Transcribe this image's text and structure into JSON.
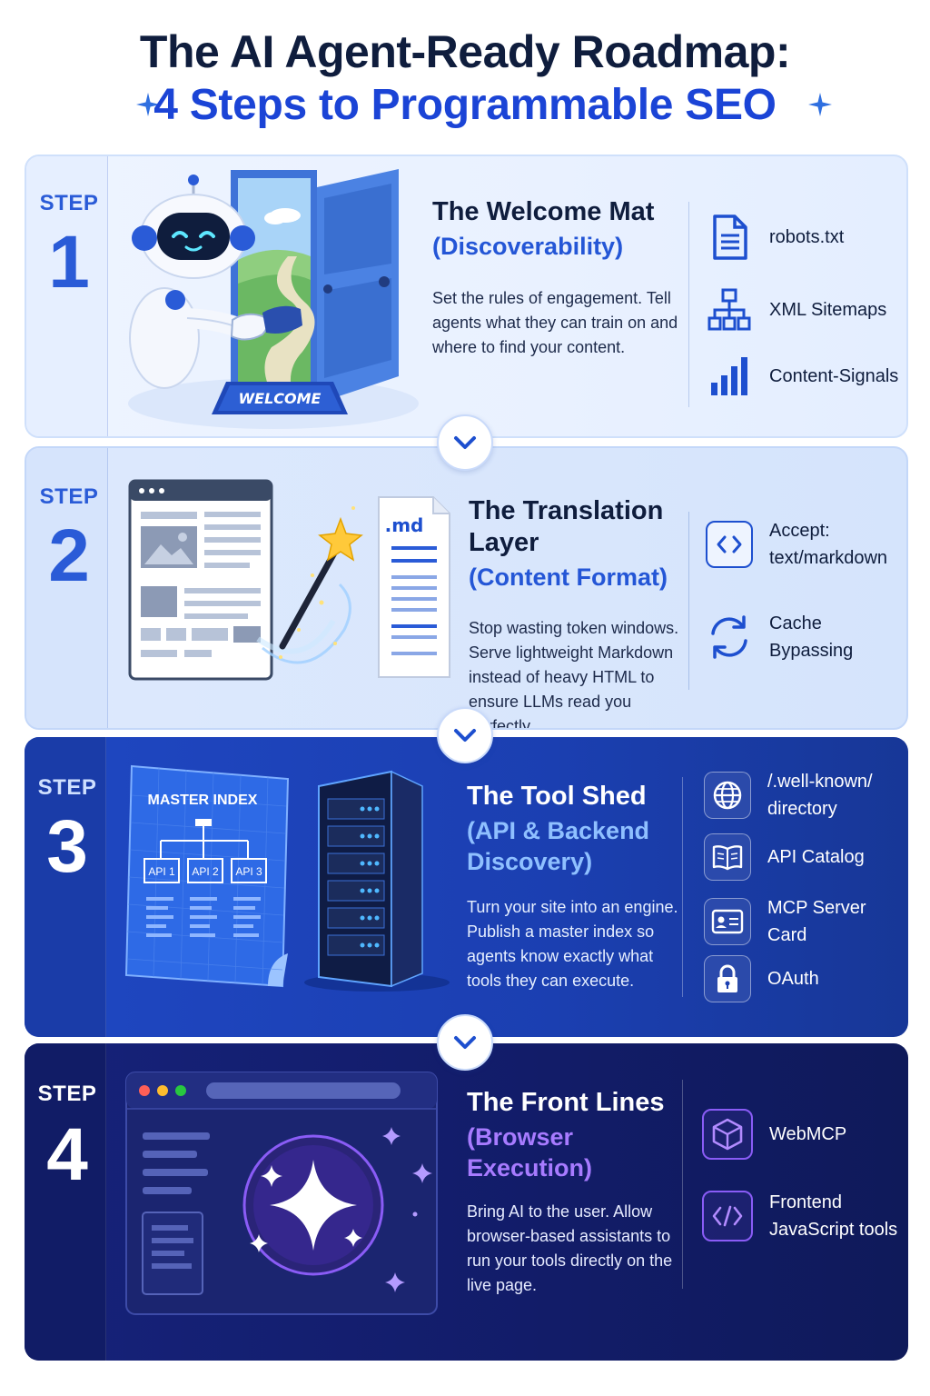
{
  "header": {
    "title_line1": "The AI Agent-Ready Roadmap:",
    "title_line2": "4 Steps to Programmable SEO"
  },
  "colors": {
    "navy": "#0f1d3d",
    "accent_blue": "#1b44d6",
    "step_blue": "#2a5bd7",
    "purple": "#8a5cf6"
  },
  "steps": [
    {
      "step_label": "STEP",
      "number": "1",
      "title": "The Welcome Mat",
      "subtitle": "(Discoverability)",
      "description": "Set the rules of engagement. Tell agents what they can train on and where to find your content.",
      "mat_text": "WELCOME",
      "features": [
        {
          "icon": "document-icon",
          "label": "robots.txt"
        },
        {
          "icon": "sitemap-icon",
          "label": "XML Sitemaps"
        },
        {
          "icon": "bar-chart-icon",
          "label": "Content-Signals"
        }
      ]
    },
    {
      "step_label": "STEP",
      "number": "2",
      "title": "The Translation Layer",
      "subtitle": "(Content Format)",
      "description": "Stop wasting token windows. Serve lightweight Markdown instead of heavy HTML to ensure LLMs read you perfectly.",
      "file_label": ".md",
      "features": [
        {
          "icon": "code-brackets-icon",
          "label_line1": "Accept:",
          "label_line2": "text/markdown"
        },
        {
          "icon": "refresh-icon",
          "label_line1": "Cache",
          "label_line2": "Bypassing"
        }
      ]
    },
    {
      "step_label": "STEP",
      "number": "3",
      "title": "The Tool Shed",
      "subtitle_line1": "(API & Backend",
      "subtitle_line2": "Discovery)",
      "description": "Turn your site into an engine. Publish a master index so agents know exactly what tools they can execute.",
      "index_title": "MASTER INDEX",
      "api_boxes": [
        "API 1",
        "API 2",
        "API 3"
      ],
      "features": [
        {
          "icon": "globe-icon",
          "label_line1": "/.well-known/",
          "label_line2": "directory"
        },
        {
          "icon": "book-icon",
          "label": "API Catalog"
        },
        {
          "icon": "id-card-icon",
          "label": "MCP Server Card"
        },
        {
          "icon": "lock-icon",
          "label": "OAuth"
        }
      ]
    },
    {
      "step_label": "STEP",
      "number": "4",
      "title": "The Front Lines",
      "subtitle": "(Browser Execution)",
      "description": "Bring AI to the user. Allow browser-based assistants to run your tools directly on the live page.",
      "features": [
        {
          "icon": "cube-icon",
          "label": "WebMCP"
        },
        {
          "icon": "code-slash-icon",
          "label_line1": "Frontend",
          "label_line2": "JavaScript tools"
        }
      ]
    }
  ]
}
